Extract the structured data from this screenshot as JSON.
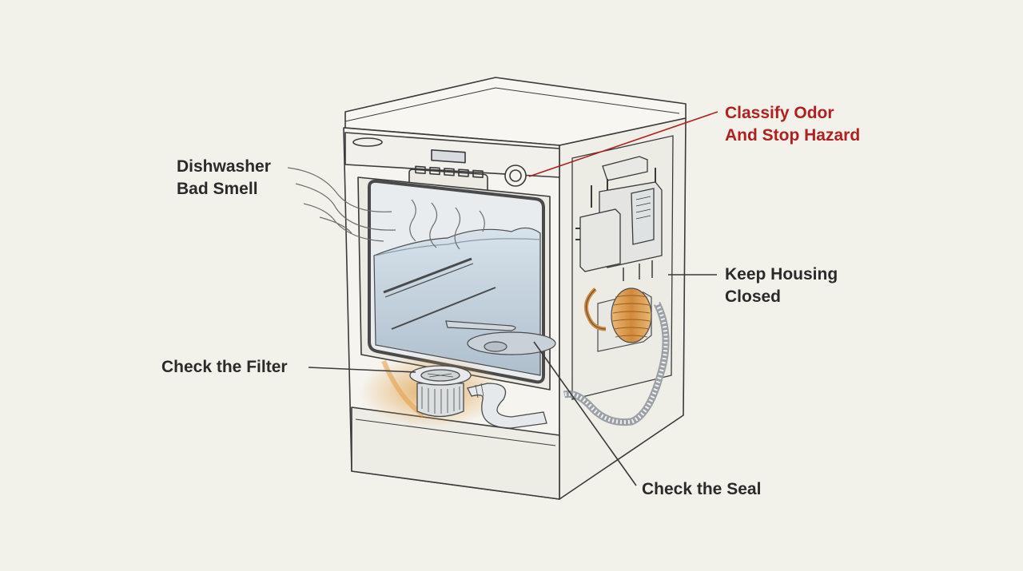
{
  "labels": {
    "smell": {
      "line1": "Dishwasher",
      "line2": "Bad Smell"
    },
    "hazard": {
      "line1": "Classify Odor",
      "line2": "And Stop Hazard"
    },
    "housing": {
      "line1": "Keep Housing",
      "line2": "Closed"
    },
    "filter": "Check the Filter",
    "seal": "Check the Seal"
  },
  "colors": {
    "background": "#f3f2ea",
    "ink": "#3a3a3a",
    "accent_red": "#b11f1f",
    "water": "#b9c9d6",
    "copper": "#d79a4d",
    "stain": "#e3ad63"
  }
}
